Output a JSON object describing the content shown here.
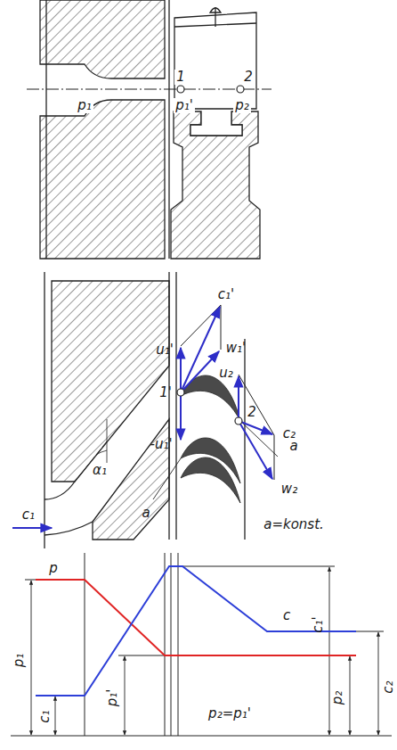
{
  "diagram": {
    "labels": [
      "p₁",
      "p₁'",
      "p₂",
      "1",
      "2",
      "c₁'",
      "u₁'",
      "w₁'",
      "1'",
      "-u₁'",
      "2",
      "u₂",
      "c₂",
      "w₂",
      "α₁",
      "c₁",
      "a",
      "a",
      "a=konst.",
      "p",
      "c",
      "p₁",
      "c₁",
      "p₁'",
      "c₁'",
      "p₂",
      "p₂=p₁'",
      "c₂"
    ]
  }
}
